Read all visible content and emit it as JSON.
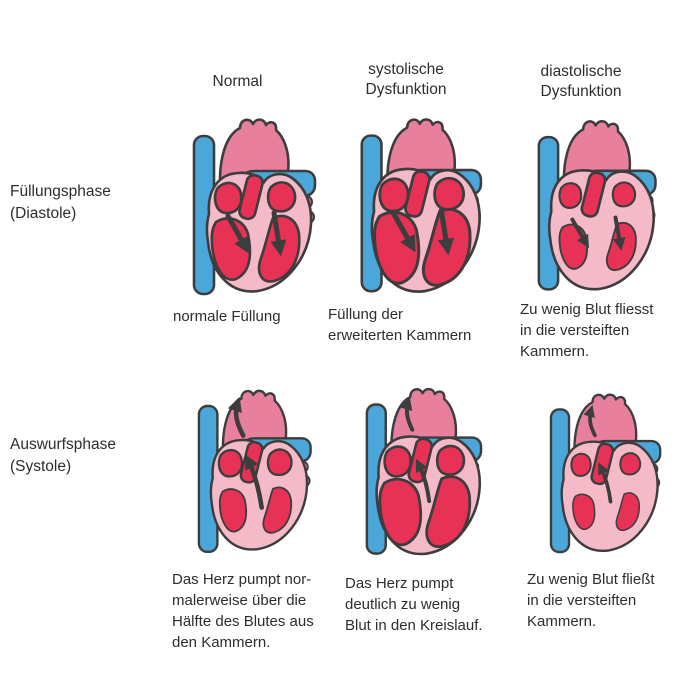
{
  "colors": {
    "background": "#ffffff",
    "text": "#2d2d2d",
    "outline_dark": "#3d3d3d",
    "vessel_blue": "#4ba7d9",
    "aorta_pink": "#e87f9d",
    "wall_pink": "#f4bac8",
    "chamber_red": "#e73155"
  },
  "columns": [
    {
      "id": "normal",
      "label": "Normal"
    },
    {
      "id": "systolic-dysfunction",
      "label": "systolische\nDysfunktion"
    },
    {
      "id": "diastolic-dysfunction",
      "label": "diastolische\nDysfunktion"
    }
  ],
  "rows": [
    {
      "id": "filling-phase",
      "label": "Füllungsphase\n(Diastole)"
    },
    {
      "id": "ejection-phase",
      "label": "Auswurfsphase\n(Systole)"
    }
  ],
  "cells": [
    {
      "row": "Füllungsphase (Diastole)",
      "column": "Normal",
      "illustration": "heart-normal-diastole",
      "caption": "normale Füllung"
    },
    {
      "row": "Füllungsphase (Diastole)",
      "column": "systolische Dysfunktion",
      "illustration": "heart-dilated-diastole",
      "caption": "Füllung der\nerweiterten Kammern"
    },
    {
      "row": "Füllungsphase (Diastole)",
      "column": "diastolische Dysfunktion",
      "illustration": "heart-stiff-diastole",
      "caption": "Zu wenig Blut fliesst\nin die versteiften\nKammern."
    },
    {
      "row": "Auswurfsphase (Systole)",
      "column": "Normal",
      "illustration": "heart-normal-systole",
      "caption": "Das Herz pumpt nor-\nmalerweise über die\nHälfte des Blutes aus\nden Kammern."
    },
    {
      "row": "Auswurfsphase (Systole)",
      "column": "systolische Dysfunktion",
      "illustration": "heart-dilated-systole",
      "caption": "Das Herz pumpt\ndeutlich zu wenig\nBlut in den Kreislauf."
    },
    {
      "row": "Auswurfsphase (Systole)",
      "column": "diastolische Dysfunktion",
      "illustration": "heart-stiff-systole",
      "caption": "Zu wenig Blut fließt\nin die versteiften\nKammern."
    }
  ]
}
